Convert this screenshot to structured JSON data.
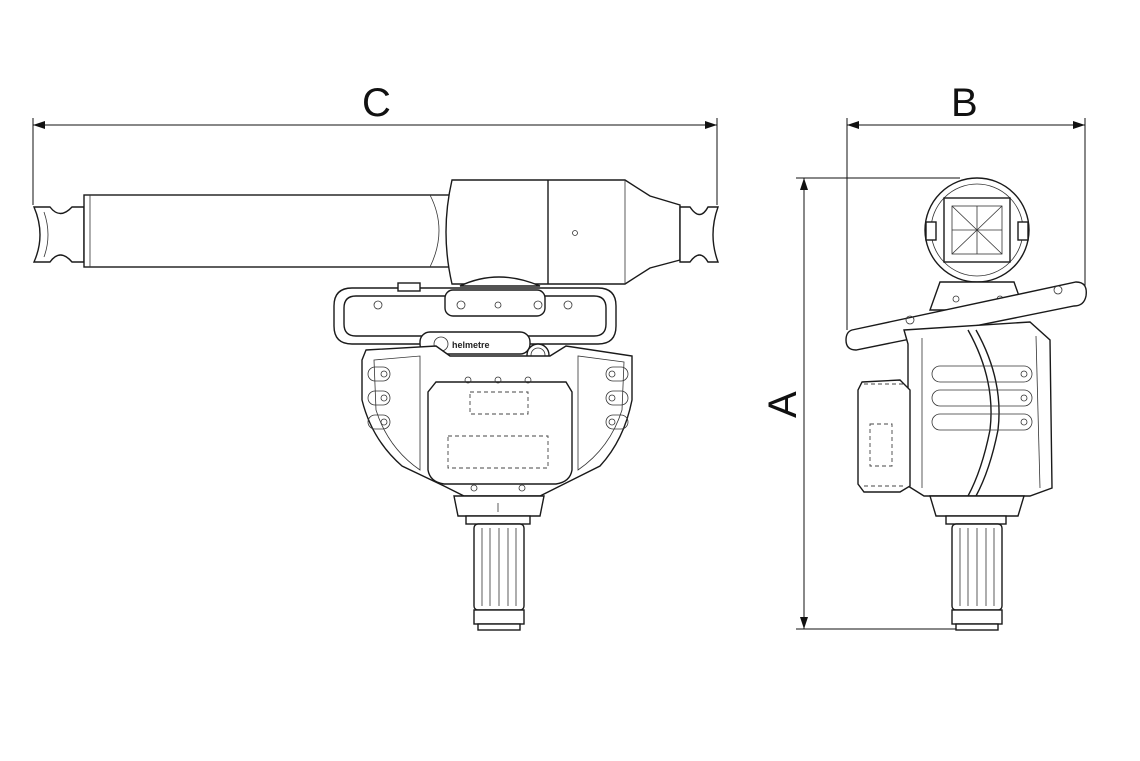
{
  "dimensions": {
    "A": "A",
    "B": "B",
    "C": "C"
  },
  "logo_text": "helmetre"
}
